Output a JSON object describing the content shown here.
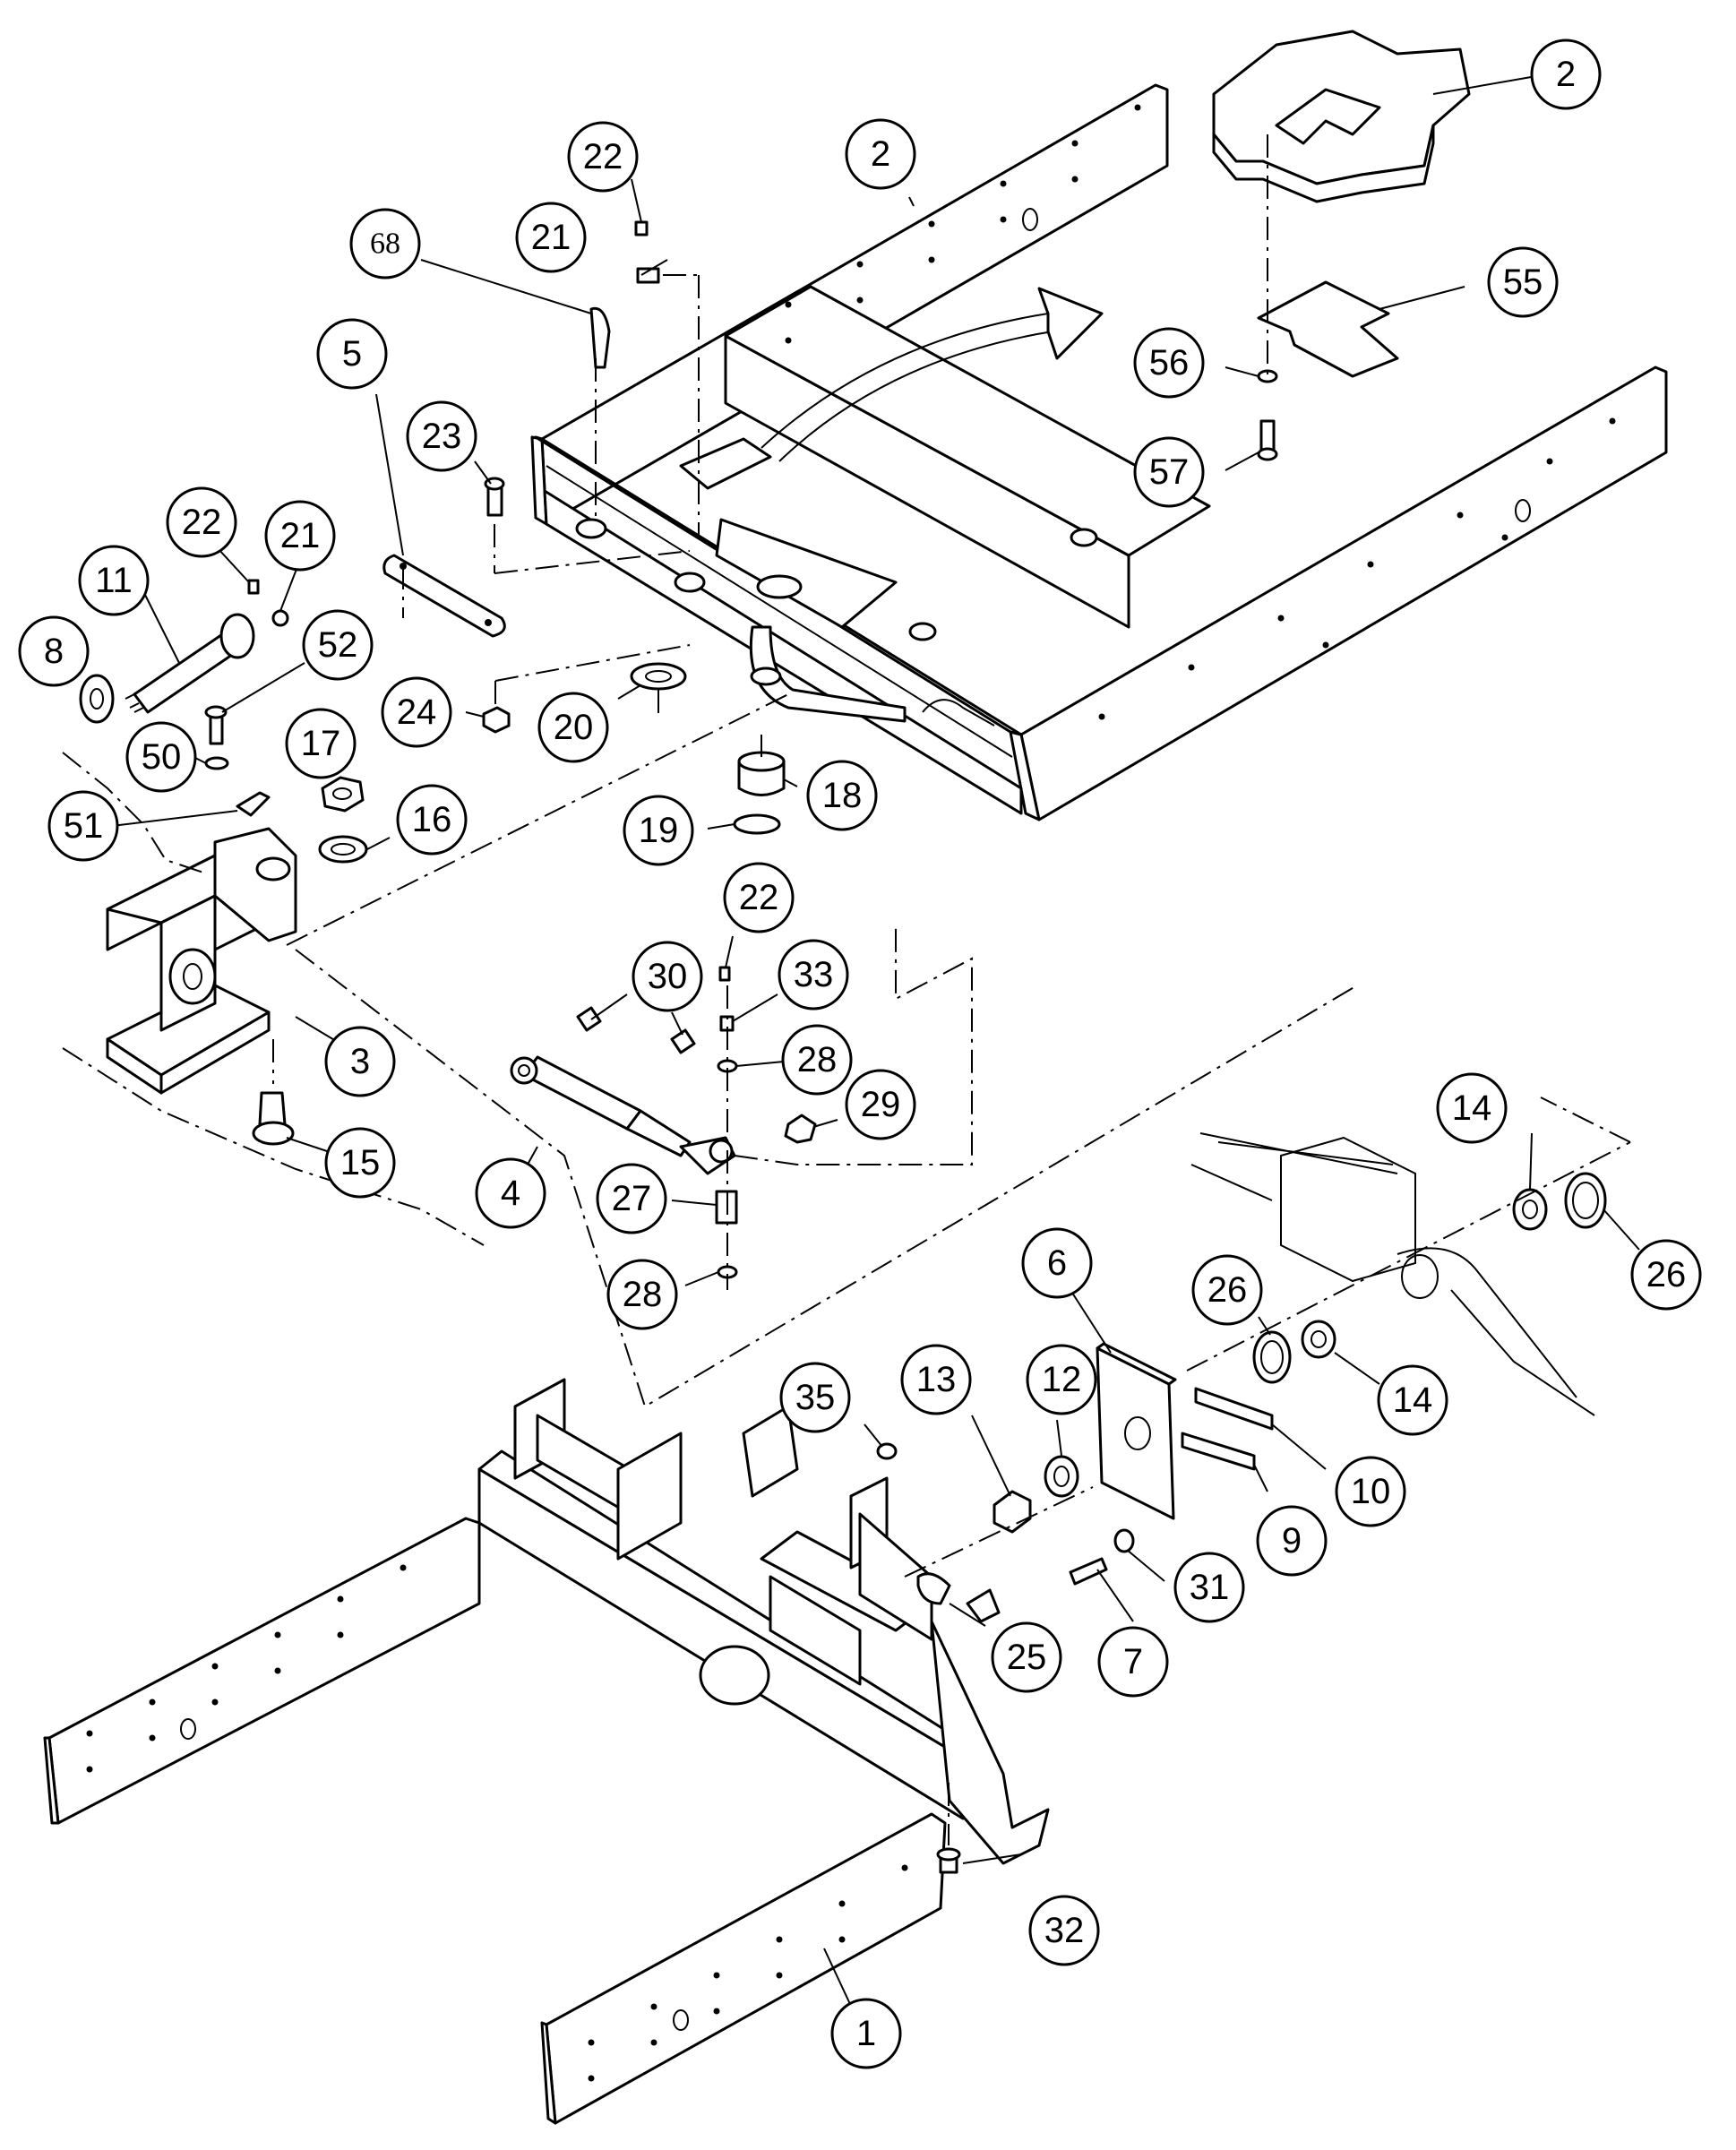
{
  "callouts": [
    {
      "id": "c2a",
      "text": "2"
    },
    {
      "id": "c2b",
      "text": "2"
    },
    {
      "id": "c22a",
      "text": "22"
    },
    {
      "id": "c68",
      "text": "68"
    },
    {
      "id": "c21a",
      "text": "21"
    },
    {
      "id": "c55",
      "text": "55"
    },
    {
      "id": "c56",
      "text": "56"
    },
    {
      "id": "c57",
      "text": "57"
    },
    {
      "id": "c5",
      "text": "5"
    },
    {
      "id": "c23",
      "text": "23"
    },
    {
      "id": "c22b",
      "text": "22"
    },
    {
      "id": "c21b",
      "text": "21"
    },
    {
      "id": "c11",
      "text": "11"
    },
    {
      "id": "c52",
      "text": "52"
    },
    {
      "id": "c8",
      "text": "8"
    },
    {
      "id": "c24",
      "text": "24"
    },
    {
      "id": "c20",
      "text": "20"
    },
    {
      "id": "c17",
      "text": "17"
    },
    {
      "id": "c50",
      "text": "50"
    },
    {
      "id": "c18",
      "text": "18"
    },
    {
      "id": "c51",
      "text": "51"
    },
    {
      "id": "c16",
      "text": "16"
    },
    {
      "id": "c19",
      "text": "19"
    },
    {
      "id": "c22c",
      "text": "22"
    },
    {
      "id": "c30",
      "text": "30"
    },
    {
      "id": "c33",
      "text": "33"
    },
    {
      "id": "c28a",
      "text": "28"
    },
    {
      "id": "c3",
      "text": "3"
    },
    {
      "id": "c29",
      "text": "29"
    },
    {
      "id": "c15",
      "text": "15"
    },
    {
      "id": "c4",
      "text": "4"
    },
    {
      "id": "c27",
      "text": "27"
    },
    {
      "id": "c14a",
      "text": "14"
    },
    {
      "id": "c28b",
      "text": "28"
    },
    {
      "id": "c26a",
      "text": "26"
    },
    {
      "id": "c6",
      "text": "6"
    },
    {
      "id": "c26b",
      "text": "26"
    },
    {
      "id": "c35",
      "text": "35"
    },
    {
      "id": "c13",
      "text": "13"
    },
    {
      "id": "c12",
      "text": "12"
    },
    {
      "id": "c14b",
      "text": "14"
    },
    {
      "id": "c10",
      "text": "10"
    },
    {
      "id": "c9",
      "text": "9"
    },
    {
      "id": "c31",
      "text": "31"
    },
    {
      "id": "c25",
      "text": "25"
    },
    {
      "id": "c7",
      "text": "7"
    },
    {
      "id": "c32",
      "text": "32"
    },
    {
      "id": "c1",
      "text": "1"
    }
  ]
}
